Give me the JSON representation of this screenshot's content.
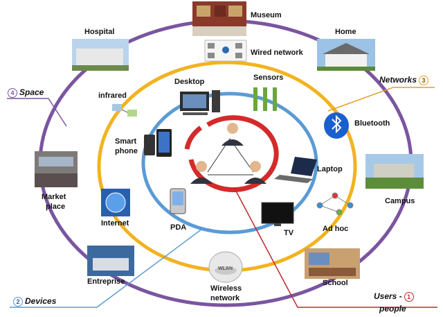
{
  "labels": {
    "museum": "Museum",
    "hospital": "Hospital",
    "home": "Home",
    "wired_network": "Wired network",
    "desktop": "Desktop",
    "sensors": "Sensors",
    "infrared": "infrared",
    "bluetooth": "Bluetooth",
    "smart_phone_1": "Smart",
    "smart_phone_2": "phone",
    "laptop": "Laptop",
    "campus": "Campus",
    "market_1": "Market",
    "market_2": "place",
    "internet": "Internet",
    "pda": "PDA",
    "tv": "TV",
    "ad_hoc": "Ad hoc",
    "entreprise": "Entreprise",
    "wireless_1": "Wireless",
    "wireless_2": "network",
    "school": "School",
    "wlan": "WLAN"
  },
  "callouts": {
    "space": {
      "num": "4",
      "text": "Space"
    },
    "networks": {
      "num": "3",
      "text": "Networks"
    },
    "devices": {
      "num": "2",
      "text": "Devices"
    },
    "users_1": "Users -",
    "users_2": "people",
    "users_num": "1"
  },
  "colors": {
    "space_ring": "#7a55a0",
    "network_ring": "#f2b320",
    "device_ring": "#5b9bd5",
    "users_ring": "#d42a2a",
    "bluetooth": "#1a5fd0"
  }
}
